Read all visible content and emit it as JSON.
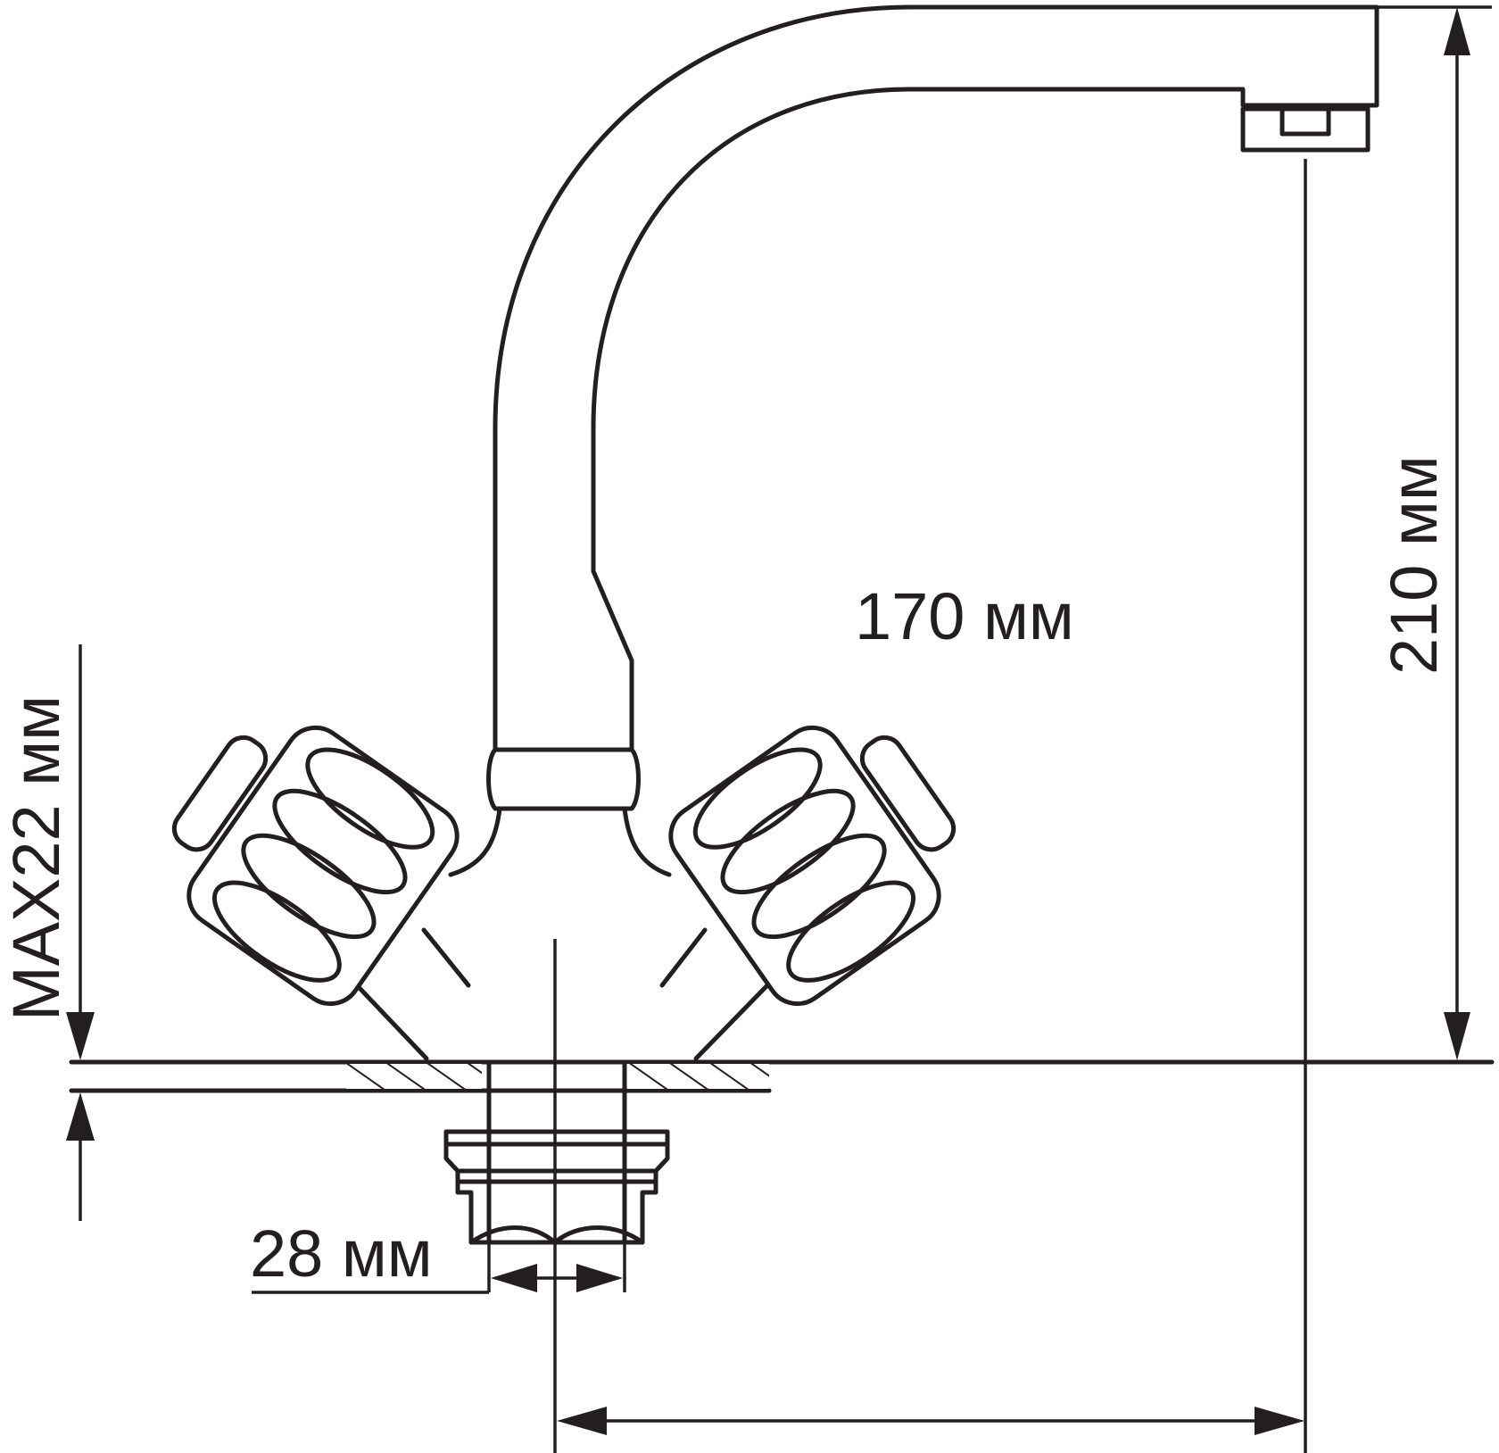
{
  "dimensions": {
    "spout_reach": "170 мм",
    "height": "210 мм",
    "max_thickness": "MAX22 мм",
    "thread_diameter": "28 мм"
  },
  "colors": {
    "line": "#231f20",
    "background": "#ffffff"
  }
}
